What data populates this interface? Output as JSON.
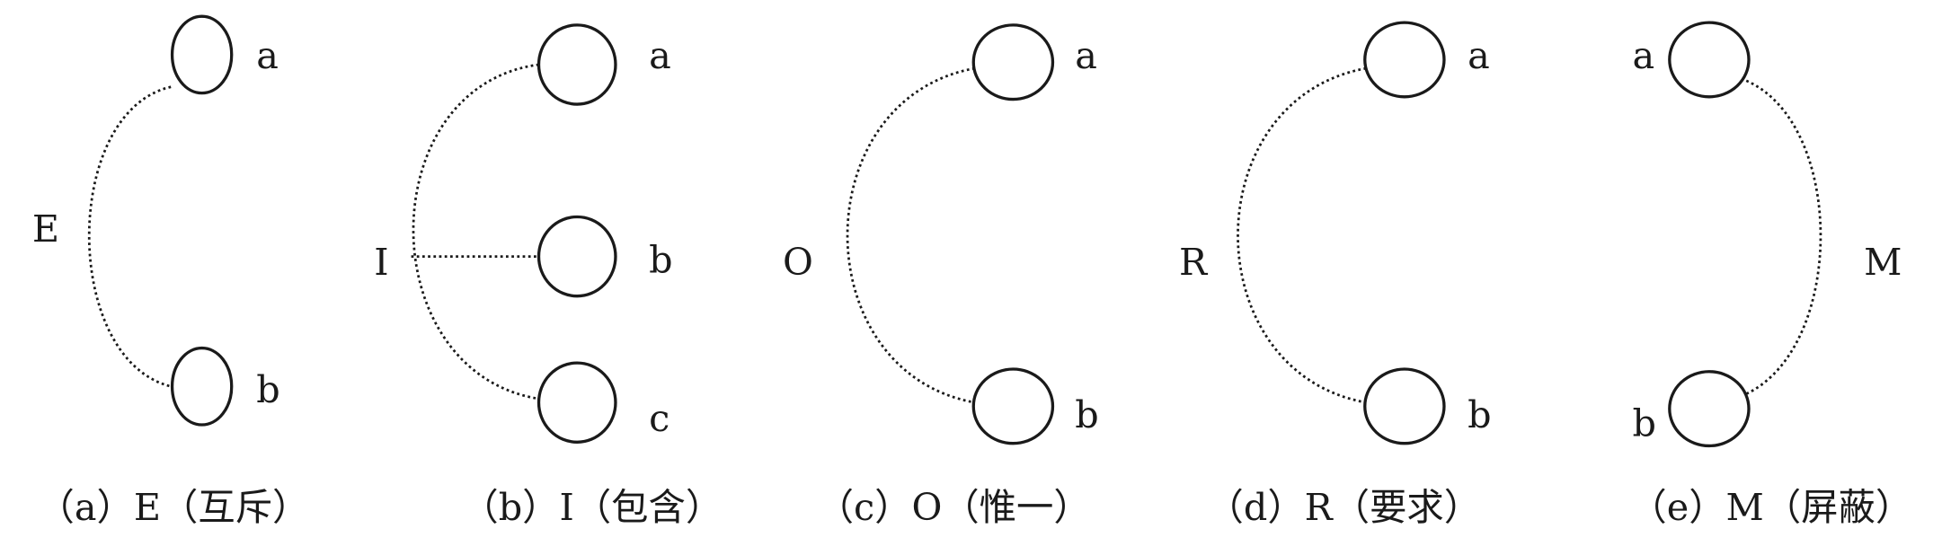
{
  "panels": [
    {
      "relation": "E",
      "nodes": [
        "a",
        "b"
      ],
      "caption": "（a）E（互斥）"
    },
    {
      "relation": "I",
      "nodes": [
        "a",
        "b",
        "c"
      ],
      "caption": "（b）I（包含）"
    },
    {
      "relation": "O",
      "nodes": [
        "a",
        "b"
      ],
      "caption": "（c）O（惟一）"
    },
    {
      "relation": "R",
      "nodes": [
        "a",
        "b"
      ],
      "caption": "（d）R（要求）"
    },
    {
      "relation": "M",
      "nodes": [
        "a",
        "b"
      ],
      "caption": "（e）M（屏蔽）"
    }
  ]
}
